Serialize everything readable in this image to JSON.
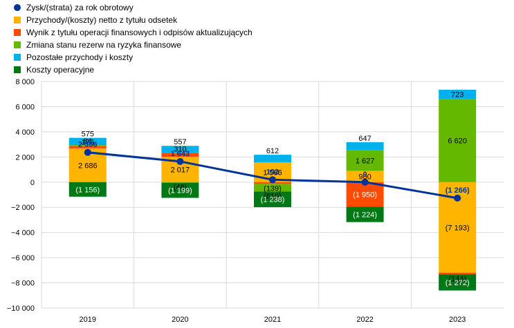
{
  "chart_data": {
    "type": "bar",
    "stacked": true,
    "categories": [
      "2019",
      "2020",
      "2021",
      "2022",
      "2023"
    ],
    "ylim": [
      -10000,
      8000
    ],
    "yticks": [
      8000,
      6000,
      4000,
      2000,
      0,
      -2000,
      -4000,
      -6000,
      -8000,
      -10000
    ],
    "ytick_labels": [
      "8 000",
      "6 000",
      "4 000",
      "2 000",
      "0",
      "−2 000",
      "−4 000",
      "−6 000",
      "−8 000",
      "−10 000"
    ],
    "legend_position": "top-left",
    "series": [
      {
        "key": "interest",
        "name": "Przychody/(koszty) netto z tytułu odsetek",
        "color": "#FFB400",
        "values": [
          2686,
          2017,
          1566,
          900,
          -7193
        ],
        "labels": [
          "2 686",
          "2 017",
          "1 566",
          "900",
          "(7 193)"
        ]
      },
      {
        "key": "fin_ops",
        "name": "Wynik z tytułu operacji finansowych i odpisów aktualizujących",
        "color": "#FF4B00",
        "values": [
          176,
          310,
          -139,
          -1950,
          -144
        ],
        "labels": [
          "176",
          "310",
          "(139)",
          "(1 950)",
          "(144)"
        ]
      },
      {
        "key": "provisions",
        "name": "Zmiana stanu rezerw na ryzyka finansowe",
        "color": "#65B800",
        "values": [
          84,
          -48,
          -610,
          1627,
          6620
        ],
        "labels": [
          "84",
          "(48)",
          "(610)",
          "1 627",
          "6 620"
        ]
      },
      {
        "key": "other",
        "name": "Pozostałe przychody i koszty",
        "color": "#00B1EA",
        "values": [
          575,
          557,
          612,
          647,
          723
        ],
        "labels": [
          "575",
          "557",
          "612",
          "647",
          "723"
        ]
      },
      {
        "key": "opex",
        "name": "Koszty operacyjne",
        "color": "#007816",
        "values": [
          -1156,
          -1199,
          -1238,
          -1224,
          -1272
        ],
        "labels": [
          "(1 156)",
          "(1 199)",
          "(1 238)",
          "(1 224)",
          "(1 272)"
        ]
      }
    ],
    "line": {
      "name": "Zysk/(strata) za rok obrotowy",
      "color": "#003299",
      "values": [
        2366,
        1643,
        192,
        0,
        -1266
      ],
      "labels": [
        "2 366",
        "1 643",
        "192",
        "0",
        "(1 266)"
      ]
    }
  }
}
